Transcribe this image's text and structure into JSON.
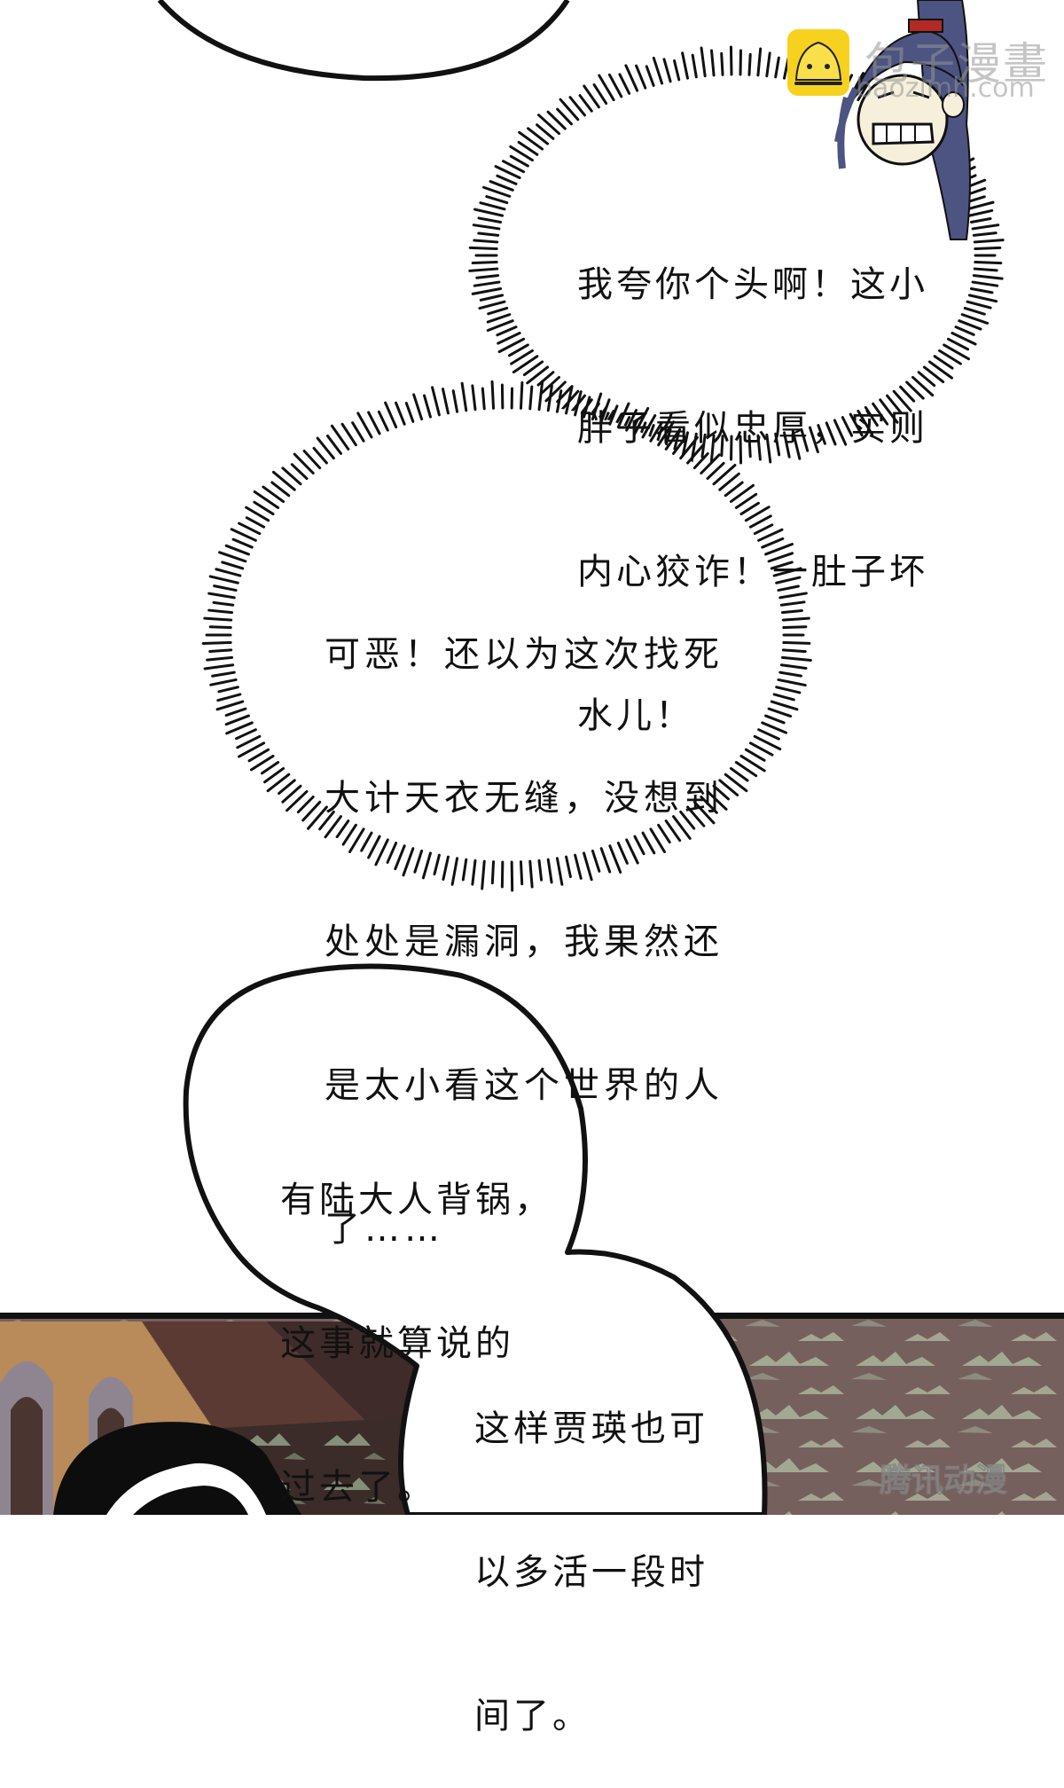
{
  "page": {
    "type": "comic-page",
    "background": "#ffffff"
  },
  "watermark": {
    "site_title": "包子漫畫",
    "site_url": "baozimh.com",
    "logo_icon": "bun-logo-icon",
    "logo_color": "#f6d21f",
    "publisher_mark": "腾讯动漫"
  },
  "bubbles": [
    {
      "id": "thought-bubble-1",
      "style": "spiky",
      "lines": [
        "我夸你个头啊！这小",
        "胖子看似忠厚，实则",
        "内心狡诈！一肚子坏",
        "水儿！"
      ]
    },
    {
      "id": "thought-bubble-2",
      "style": "spiky",
      "lines": [
        "可恶！还以为这次找死",
        "大计天衣无缝，没想到",
        "处处是漏洞，我果然还",
        "是太小看这个世界的人",
        "了……"
      ]
    },
    {
      "id": "speech-bubble-3",
      "style": "round",
      "lines": [
        "有陆大人背锅，",
        "这事就算说的",
        "过去了。"
      ]
    },
    {
      "id": "speech-bubble-4",
      "style": "round",
      "lines": [
        "这样贾瑛也可",
        "以多活一段时",
        "间了。"
      ]
    }
  ],
  "colors": {
    "ink": "#111111",
    "hair": "#4d5481",
    "skin": "#f5efdc",
    "hair_tie": "#b32a25",
    "wall": "#b98a5a",
    "arch": "#8e8591",
    "dark_interior": "#4a3530",
    "roof_bg": "#7a6361",
    "foliage": "#a9b69c"
  }
}
